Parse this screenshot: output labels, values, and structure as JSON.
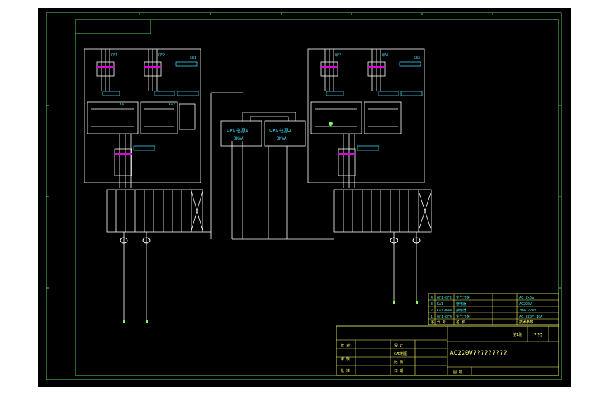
{
  "colors": {
    "background": "#000000",
    "page": "#ffffff",
    "frame": "#5fd35f",
    "wire": "#ffffff",
    "label": "#3ad1f0",
    "terminal_tag": "#e000e0",
    "title_text": "#ffff66",
    "table_text": "#33e0e0",
    "outlet": "#7cff5c"
  },
  "drawing": {
    "ups_units": [
      {
        "name": "UPS电源1",
        "rating": "3KVA"
      },
      {
        "name": "UPS电源2",
        "rating": "3KVA"
      }
    ],
    "labels": {
      "qf1": "QF1",
      "qf2": "QF2",
      "qf3": "QF3",
      "qf4": "QF4",
      "ka1": "KA1",
      "ka2": "KA2",
      "sb1": "SB1",
      "sb2": "SB2"
    }
  },
  "title_block": {
    "title": "AC220V?????????",
    "drawing_no": "???",
    "sheet_tag": "第1张",
    "left_labels": [
      "设 计",
      "CAD制图",
      "校 对",
      "审 核",
      "批 准",
      "比 例",
      "日 期"
    ],
    "bottom_right": "图 号"
  },
  "parts_list": {
    "rows": [
      {
        "no": "4",
        "code": "QF1-QF2",
        "name": "空气开关",
        "spec": "AC 2x6A"
      },
      {
        "no": "3",
        "code": "KA1",
        "name": "继电器",
        "spec": "AC220V"
      },
      {
        "no": "2",
        "code": "KA1-KA4",
        "name": "接触器",
        "spec": "3KA 220V"
      },
      {
        "no": "1",
        "code": "QF1-QF4",
        "name": "空气开关",
        "spec": "AC 220V 16A"
      }
    ],
    "header": {
      "no": "序",
      "code": "代 号",
      "name": "名 称",
      "spec": "技术参数"
    }
  }
}
